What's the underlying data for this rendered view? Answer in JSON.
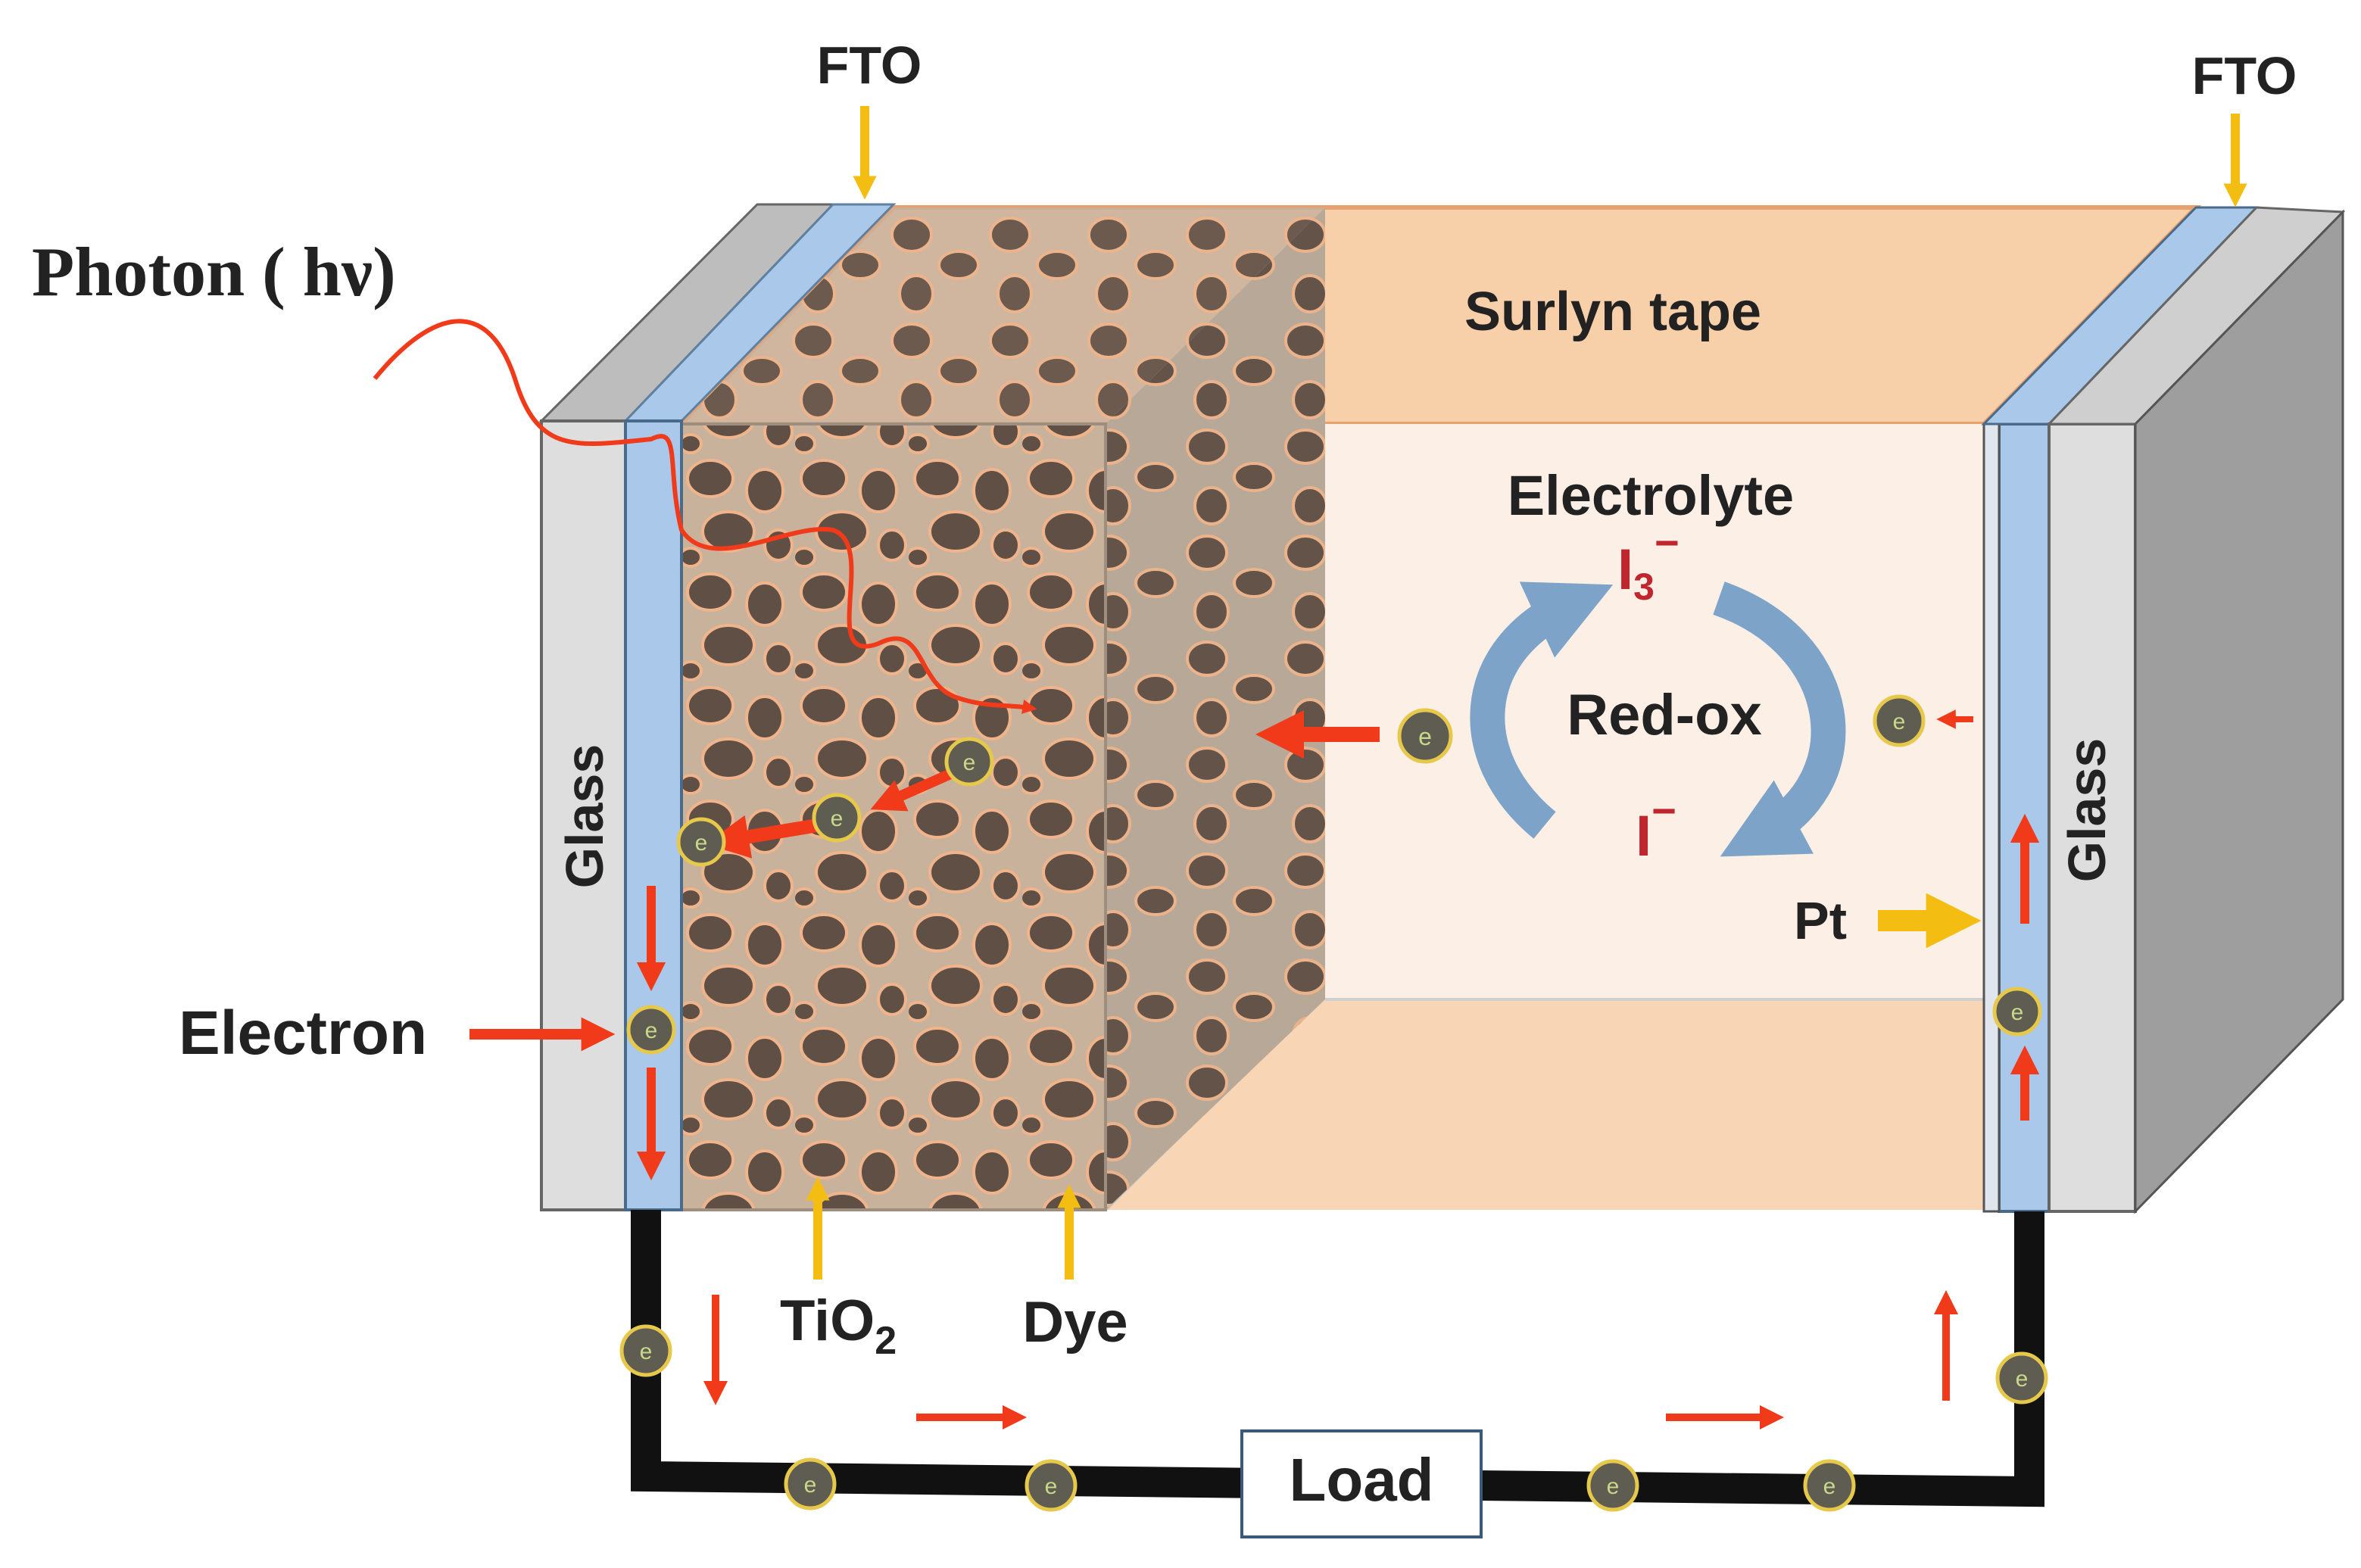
{
  "labels": {
    "fto_left": "FTO",
    "fto_right": "FTO",
    "photon": "Photon ( hν)",
    "surlyn": "Surlyn tape",
    "electrolyte": "Electrolyte",
    "redox": "Red-ox",
    "i3_base": "I",
    "i3_sub": "3",
    "i3_sup": "−",
    "i_base": "I",
    "i_sup": "−",
    "glass_left": "Glass",
    "glass_right": "Glass",
    "pt": "Pt",
    "electron": "Electron",
    "tio2_base": "TiO",
    "tio2_sub": "2",
    "dye": "Dye",
    "load": "Load",
    "electron_symbol": "e"
  },
  "colors": {
    "glass_front": "#dedede",
    "glass_side": "#9e9e9e",
    "fto_layer": "#a9c8ea",
    "tio2_particles": "#5a4a40",
    "surlyn": "#f7cfa8",
    "electrolyte": "#fcf0e6",
    "redox_arrow": "#7da4c8",
    "electron_flow_arrow": "#f03a1a",
    "pointer_arrow": "#f4bd12",
    "ion_text": "#c0262e",
    "wire": "#111111",
    "electron_fill": "#5f5c52",
    "electron_ring": "#e6c84a"
  }
}
